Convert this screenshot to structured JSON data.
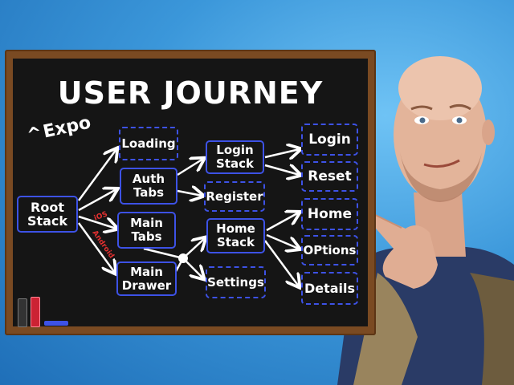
{
  "diagram": {
    "title": "USER JOURNEY",
    "expo_label": "Expo",
    "nodes": {
      "root_stack": "Root\nStack",
      "loading": "Loading",
      "auth_tabs": "Auth\nTabs",
      "main_tabs": "Main\nTabs",
      "main_drawer": "Main\nDrawer",
      "login_stack": "Login\nStack",
      "register": "Register",
      "home_stack": "Home\nStack",
      "settings": "Settings",
      "login": "Login",
      "reset": "Reset",
      "home": "Home",
      "options": "OPtions",
      "details": "Details"
    },
    "edge_labels": {
      "ios": "iOS",
      "android": "Android"
    }
  },
  "colors": {
    "board": "#151515",
    "frame": "#7a4a22",
    "node_border": "#3d52e6",
    "background": "#2f86cf",
    "edge_label": "#e23030"
  }
}
